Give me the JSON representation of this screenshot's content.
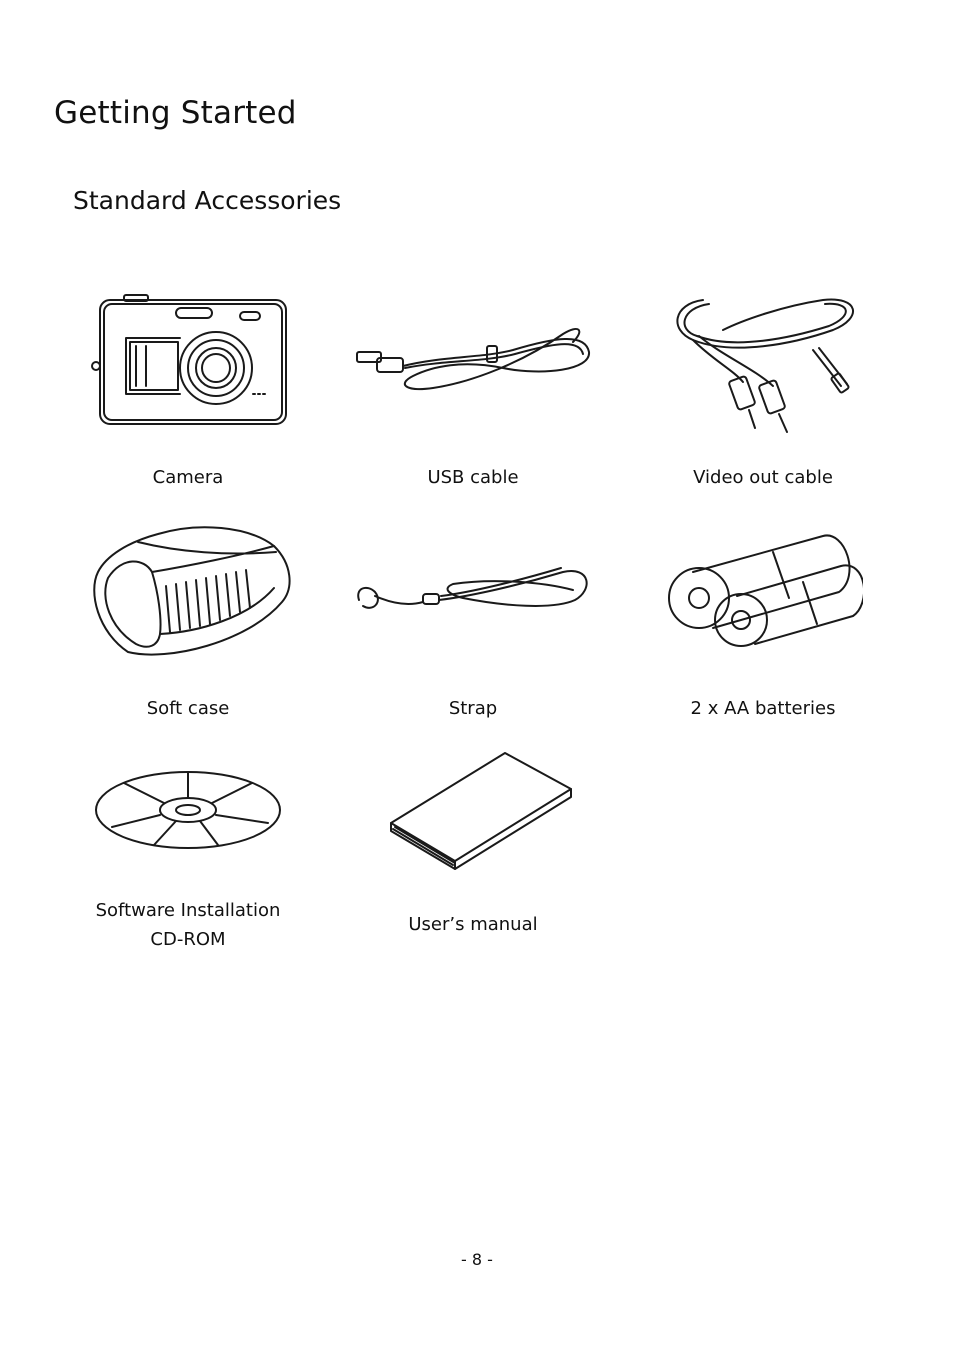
{
  "page": {
    "title": "Getting Started",
    "section_title": "Standard Accessories",
    "page_number": "- 8 -"
  },
  "accessories": [
    {
      "caption": "Camera",
      "icon": "camera-icon"
    },
    {
      "caption": "USB cable",
      "icon": "usb-cable-icon"
    },
    {
      "caption": "Video out cable",
      "icon": "video-cable-icon"
    },
    {
      "caption": "Soft case",
      "icon": "soft-case-icon"
    },
    {
      "caption": "Strap",
      "icon": "strap-icon"
    },
    {
      "caption": "2 x AA batteries",
      "icon": "batteries-icon"
    },
    {
      "caption_line1": "Software Installation",
      "caption_line2": "CD-ROM",
      "icon": "cd-rom-icon"
    },
    {
      "caption": "User’s manual",
      "icon": "manual-icon"
    }
  ]
}
